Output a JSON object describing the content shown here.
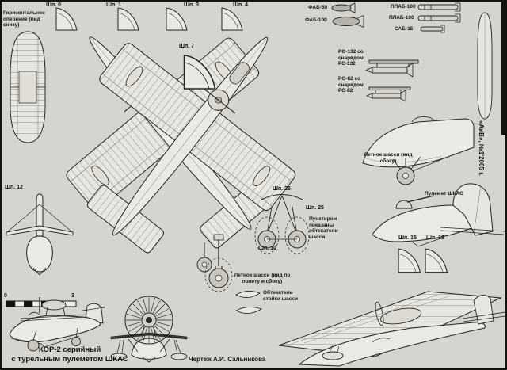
{
  "page": {
    "magazine_ref": "«АиВ», №1'2005 г.",
    "caption_line1": "КОР-2 серийный",
    "caption_line2": "с турельным пулеметом ШКАС",
    "credit": "Чертеж А.И. Сальникова"
  },
  "section_labels": {
    "horizontal_tail": "Горизонтальное оперение (вид снизу)",
    "flight_gear_side": "Летное шасси (вид сбоку)",
    "flight_gear_front": "Летное шасси (вид по полету и сбоку)",
    "gear_fairing_note": "Пунктиром показаны обтекатели шасси",
    "gear_strut_fairing": "Обтекатель стойки шасси",
    "shkas_gun": "Пулемет ШКАС"
  },
  "frames": [
    {
      "label": "Шп. 0"
    },
    {
      "label": "Шп. 1"
    },
    {
      "label": "Шп. 3"
    },
    {
      "label": "Шп. 4"
    },
    {
      "label": "Шп. 7"
    },
    {
      "label": "Шп. 12"
    },
    {
      "label": "Шп. 25"
    },
    {
      "label": "Шп. 25"
    },
    {
      "label": "Шп. 10"
    },
    {
      "label": "Шп. 15"
    },
    {
      "label": "Шп. 18"
    }
  ],
  "armament": {
    "fab50": "ФАБ-50",
    "fab100": "ФАБ-100",
    "plab100_top": "ПЛАБ-100",
    "plab100_bottom": "ПЛАБ-100",
    "sab15": "САБ-15",
    "ro132": "РО-132 со снарядом РС-132",
    "ro82": "РО-82 со снарядом РС-82"
  },
  "scale_bar": {
    "start": "0",
    "end": "3"
  }
}
